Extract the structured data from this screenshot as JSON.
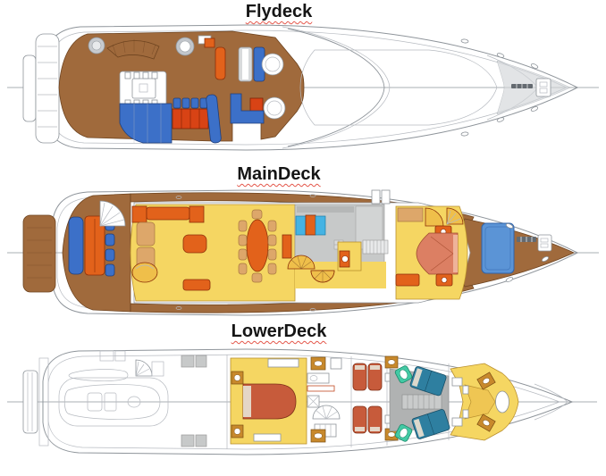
{
  "page": {
    "background": "#ffffff"
  },
  "decks": {
    "flydeck": {
      "label": "Flydeck"
    },
    "maindeck": {
      "label": "MainDeck"
    },
    "lowerdeck": {
      "label": "LowerDeck"
    }
  },
  "colors": {
    "page-bg": "#ffffff",
    "title-text": "#151515",
    "squiggle-red": "#e4564a",
    "line-gray": "#8e949a",
    "line-light": "#b6bac0",
    "teak-brown": "#a06a3c",
    "teak-dark": "#6e4420",
    "floor-yellow": "#f5d662",
    "floor-yellow-stroke": "#b98f2e",
    "furniture-orange": "#e2621b",
    "furniture-orange-dark": "#8c2f08",
    "accent-red": "#d84315",
    "chair-tan": "#dda76a",
    "chair-tan-dark": "#a87840",
    "sofa-blue": "#3c70c8",
    "sofa-blue-dark": "#1f3e7a",
    "sunpad-blue": "#5b94d6",
    "sunpad-blue-dark": "#2f62a8",
    "galley-cyan": "#45b3e3",
    "galley-gray": "#c7c9c9",
    "corridor-gray": "#b0b2b2",
    "bed-terracotta": "#c75b3b",
    "bed-terracotta-dark": "#7e3018",
    "bed-salmon": "#dc7f63",
    "bed-salmon-dark": "#9c4a30",
    "crew-teal": "#2e7fa0",
    "crew-teal-dark": "#174e66",
    "wc-teal": "#43c9a4",
    "wc-teal-dark": "#1d8a6b",
    "gold": "#c8892c",
    "gold-dark": "#7a4d12",
    "pad-gray": "#d8dadc",
    "chaise-gold": "#efbf4a"
  }
}
